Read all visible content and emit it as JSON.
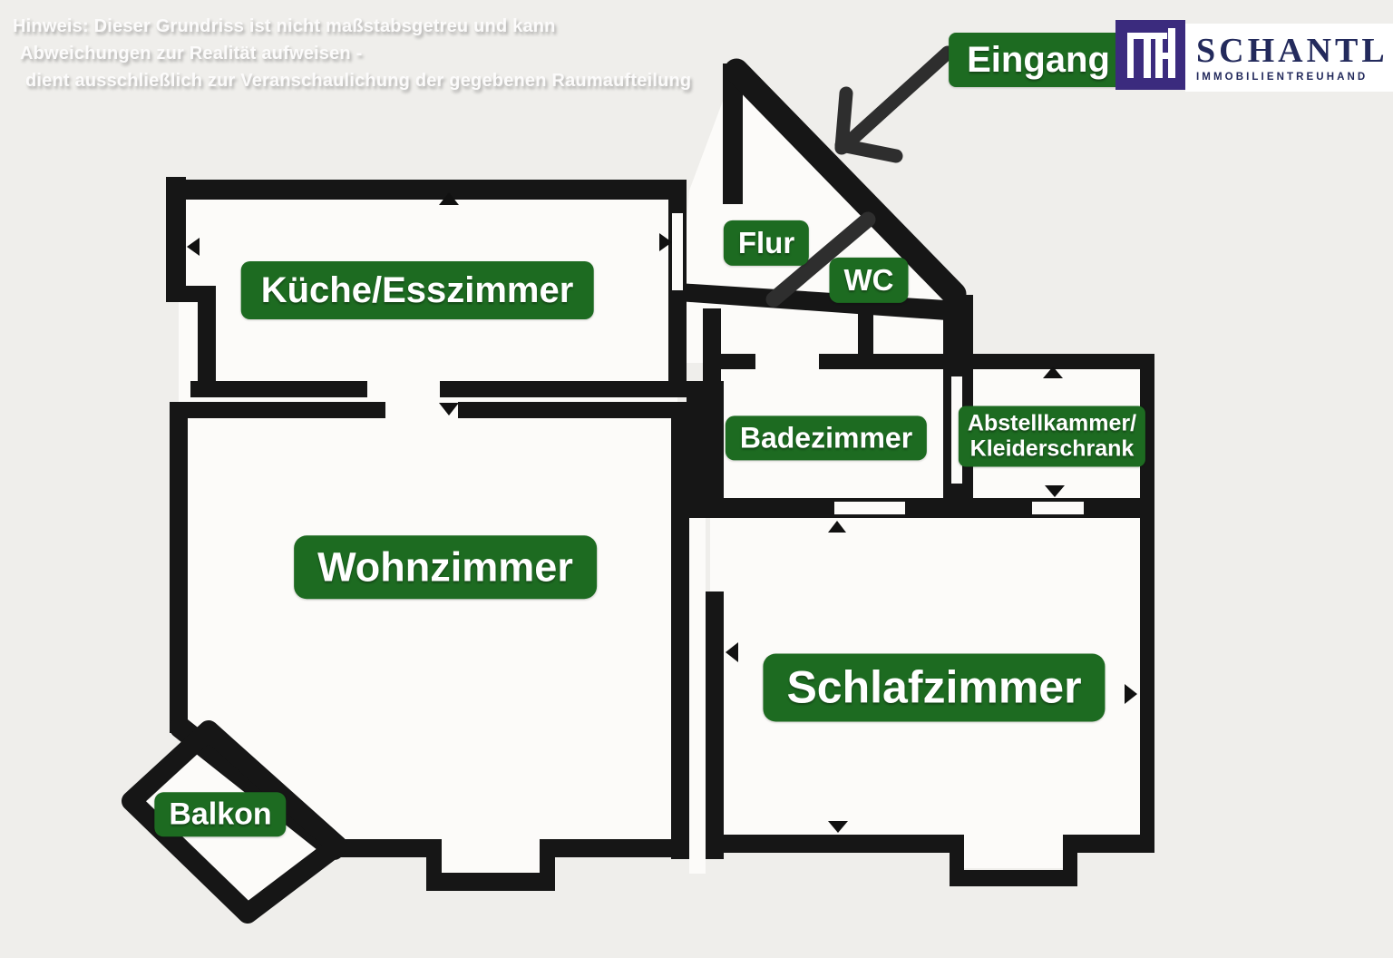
{
  "watermark": {
    "line1": "Hinweis: Dieser Grundriss ist nicht maßstabsgetreu und kann",
    "line2": "Abweichungen zur Realität aufweisen -",
    "line3": "dient ausschließlich zur Veranschaulichung der gegebenen Raumaufteilung"
  },
  "header": {
    "entrance_label": "Eingang",
    "logo_text": "ITH",
    "brand_name": "SCHANTL",
    "brand_subtitle": "IMMOBILIENTREUHAND"
  },
  "rooms": {
    "kueche": "Küche/Esszimmer",
    "flur": "Flur",
    "wc": "WC",
    "badezimmer": "Badezimmer",
    "abstellkammer_line1": "Abstellkammer/",
    "abstellkammer_line2": "Kleiderschrank",
    "wohnzimmer": "Wohnzimmer",
    "schlafzimmer": "Schlafzimmer",
    "balkon": "Balkon"
  },
  "colors": {
    "label_green": "#1d6b21",
    "wall_black": "#161616",
    "logo_purple": "#3b2b7e",
    "brand_navy": "#232a5c",
    "background": "#efeeeb",
    "floor_white": "#fcfbf9",
    "arrow_dark": "#2e2e2e"
  }
}
